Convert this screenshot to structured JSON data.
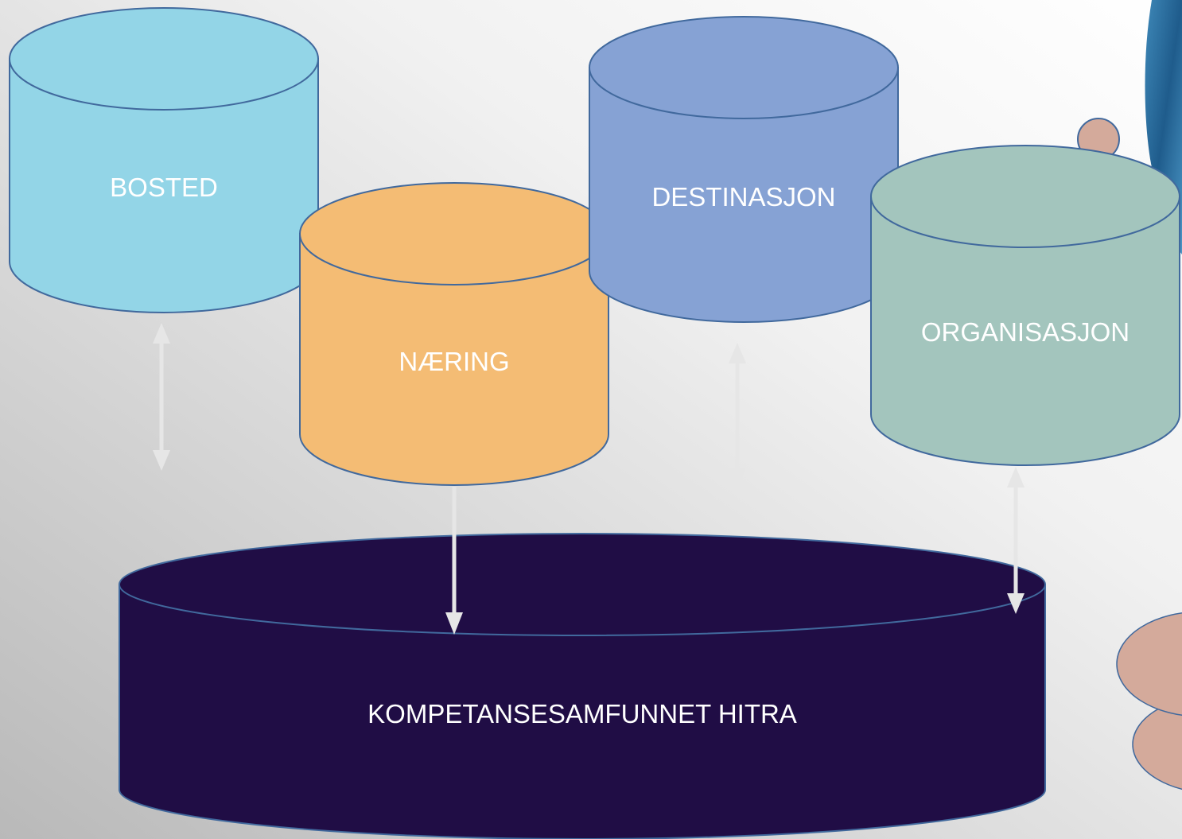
{
  "colors": {
    "background_light": "#f4f4f4",
    "background_dark": "#bdbdbd",
    "bosted_fill": "#93d5e7",
    "naering_fill": "#f4bc74",
    "destinasjon_fill": "#86a2d4",
    "organisasjon_fill": "#a3c5bd",
    "base_fill": "#200d45",
    "outline": "#41699d",
    "arrow": "#e6e6e6",
    "decor_peach": "#d4aa9b",
    "decor_blue": "#2d6b9a"
  },
  "cylinders": {
    "bosted": {
      "label": "BOSTED"
    },
    "naering": {
      "label": "NÆRING"
    },
    "destinasjon": {
      "label": "DESTINASJON"
    },
    "organisasjon": {
      "label": "ORGANISASJON"
    },
    "base": {
      "label": "KOMPETANSESAMFUNNET HITRA"
    }
  },
  "arrows": [
    {
      "from": "bosted",
      "to": "base",
      "direction": "two-way"
    },
    {
      "from": "naering",
      "to": "base",
      "direction": "one-way"
    },
    {
      "from": "destinasjon",
      "to": "base",
      "direction": "two-way"
    },
    {
      "from": "organisasjon",
      "to": "base",
      "direction": "two-way"
    }
  ]
}
